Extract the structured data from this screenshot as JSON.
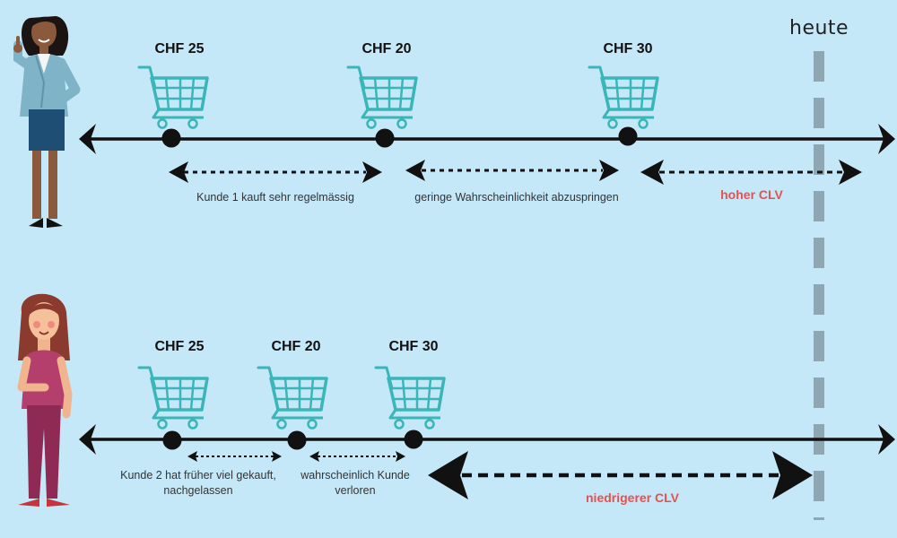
{
  "today_label": "heute",
  "customer1": {
    "prices": [
      "CHF 25",
      "CHF 20",
      "CHF 30"
    ],
    "note_regular": "Kunde 1 kauft sehr regelmässig",
    "note_churn": "geringe Wahrscheinlichkeit abzuspringen",
    "clv_label": "hoher CLV"
  },
  "customer2": {
    "prices": [
      "CHF 25",
      "CHF 20",
      "CHF 30"
    ],
    "note_past_line1": "Kunde 2 hat früher viel gekauft,",
    "note_past_line2": "nachgelassen",
    "note_lost_line1": "wahrscheinlich Kunde",
    "note_lost_line2": "verloren",
    "clv_label": "niedrigerer CLV"
  },
  "colors": {
    "background": "#c5e8f8",
    "cart": "#3ab5b8",
    "clv_text": "#e8504f",
    "today_marker": "#8ea7b3"
  },
  "icons": [
    "shopping-cart-icon",
    "woman-pointing-illustration",
    "woman-smiling-illustration"
  ]
}
